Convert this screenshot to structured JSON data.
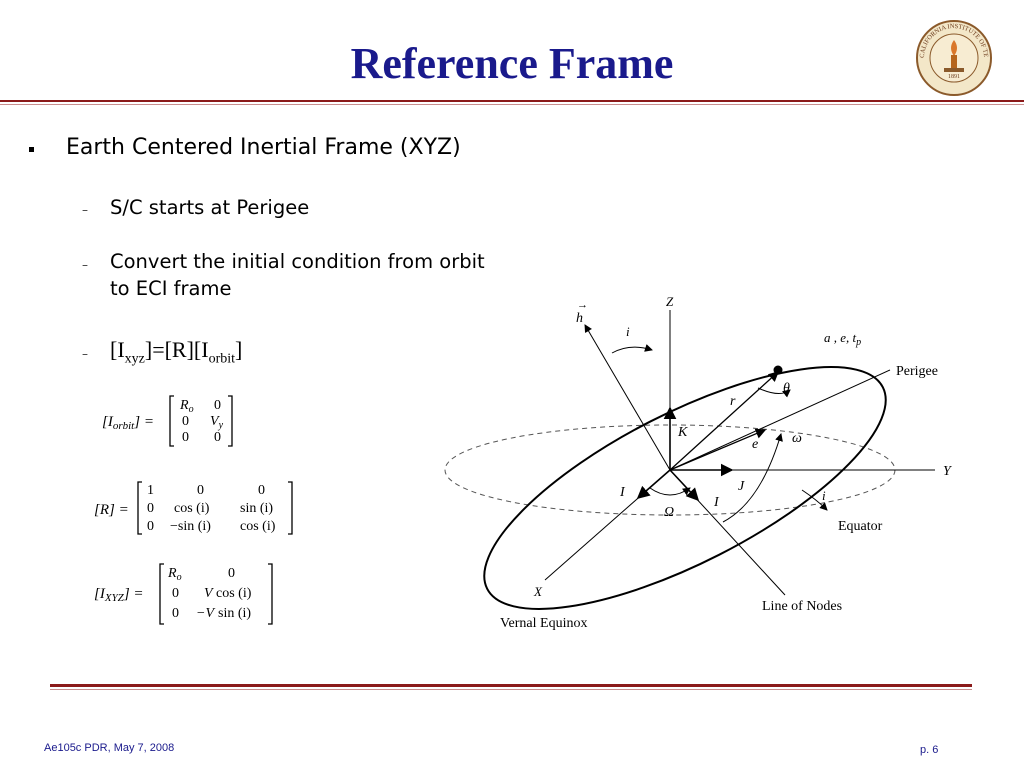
{
  "slide": {
    "title": "Reference Frame",
    "bullet": "Earth Centered Inertial Frame (XYZ)",
    "sub_bullets": [
      "S/C starts at Perigee",
      "Convert the initial condition from orbit",
      "to ECI frame"
    ],
    "formula": {
      "lhs_open": "[I",
      "lhs_sub": "xyz",
      "middle": "]=[R][I",
      "rhs_sub": "orbit",
      "close": "]"
    }
  },
  "matrices": {
    "m1": {
      "lhs": "[I",
      "lhs_sub": "orbit",
      "rows": [
        [
          "R",
          "o",
          "0"
        ],
        [
          "0",
          "V",
          "y"
        ],
        [
          "0",
          "0"
        ]
      ]
    },
    "m2": {
      "lhs": "[R] =",
      "rows": [
        [
          "1",
          "0",
          "0"
        ],
        [
          "0",
          "cos (i)",
          "sin (i)"
        ],
        [
          "0",
          "−sin (i)",
          "cos (i)"
        ]
      ]
    },
    "m3": {
      "lhs": "[I",
      "lhs_sub": "XYZ",
      "rows": [
        [
          "R",
          "o",
          "0"
        ],
        [
          "0",
          "V",
          "cos (i)"
        ],
        [
          "0",
          "−V",
          "sin (i)"
        ]
      ]
    }
  },
  "diagram": {
    "labels": {
      "h": "h",
      "Z": "Z",
      "i_top": "i",
      "params": "a ,   e,   t",
      "params_sub": "p",
      "perigee": "Perigee",
      "theta": "θ",
      "r": "r",
      "K": "K",
      "e": "e",
      "omega": "ω",
      "Y": "Y",
      "I": "I",
      "J": "J",
      "I_prime": "I",
      "Omega": "Ω",
      "i_eq": "i",
      "equator": "Equator",
      "X": "X",
      "vernal": "Vernal Equinox",
      "nodes": "Line of Nodes"
    }
  },
  "logo": {
    "text": "CALIFORNIA INSTITUTE OF TECHNOLOGY",
    "year": "1891"
  },
  "footer": {
    "left": "Ae105c PDR, May 7, 2008",
    "right": "p. 6"
  },
  "colors": {
    "title": "#1a1a8c",
    "rule": "#8b1a1a",
    "footer": "#1a1a8c"
  }
}
